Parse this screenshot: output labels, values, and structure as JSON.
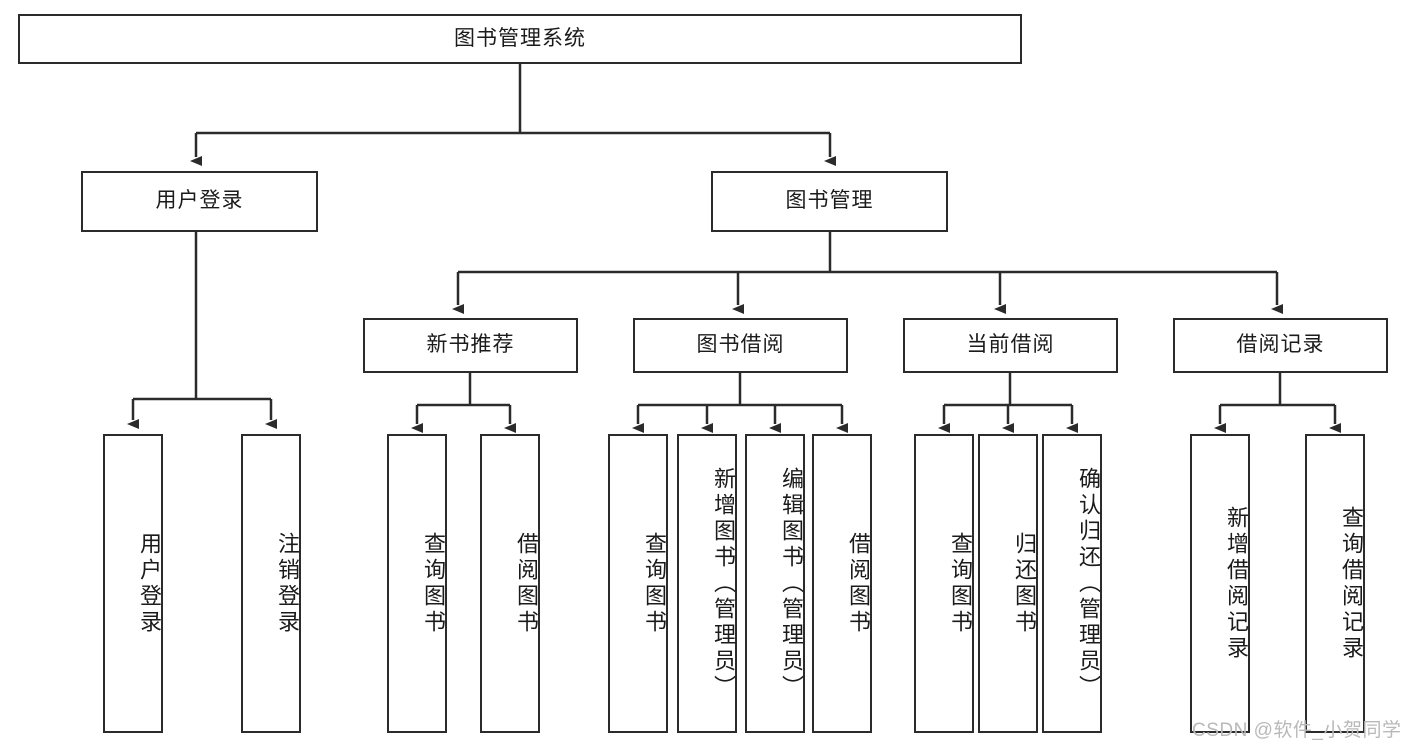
{
  "diagram": {
    "title_node": {
      "label": "图书管理系统"
    },
    "level2": [
      {
        "id": "user-login",
        "label": "用户登录"
      },
      {
        "id": "book-manage",
        "label": "图书管理"
      }
    ],
    "level3": [
      {
        "id": "new-book-recommend",
        "label": "新书推荐"
      },
      {
        "id": "book-borrow",
        "label": "图书借阅"
      },
      {
        "id": "current-borrow",
        "label": "当前借阅"
      },
      {
        "id": "borrow-record",
        "label": "借阅记录"
      }
    ],
    "leaves": {
      "user_login": [
        {
          "id": "leaf-user-login",
          "label": "用户登录"
        },
        {
          "id": "leaf-logout-login",
          "label": "注销登录"
        }
      ],
      "new_book_recommend": [
        {
          "id": "leaf-query-book-1",
          "label": "查询图书"
        },
        {
          "id": "leaf-borrow-book-1",
          "label": "借阅图书"
        }
      ],
      "book_borrow": [
        {
          "id": "leaf-query-book-2",
          "label": "查询图书"
        },
        {
          "id": "leaf-add-book",
          "label": "新增图书（管理员）"
        },
        {
          "id": "leaf-edit-book",
          "label": "编辑图书（管理员）"
        },
        {
          "id": "leaf-borrow-book-2",
          "label": "借阅图书"
        }
      ],
      "current_borrow": [
        {
          "id": "leaf-query-book-3",
          "label": "查询图书"
        },
        {
          "id": "leaf-return-book",
          "label": "归还图书"
        },
        {
          "id": "leaf-confirm-return",
          "label": "确认归还（管理员）"
        }
      ],
      "borrow_record": [
        {
          "id": "leaf-add-record",
          "label": "新增借阅记录"
        },
        {
          "id": "leaf-query-record",
          "label": "查询借阅记录"
        }
      ]
    }
  },
  "watermark": {
    "text": "CSDN @软件_小贺同学"
  },
  "colors": {
    "stroke": "#2b2b2b",
    "background": "#ffffff",
    "text": "#1b1b1b",
    "watermark": "#b9b9b9"
  }
}
